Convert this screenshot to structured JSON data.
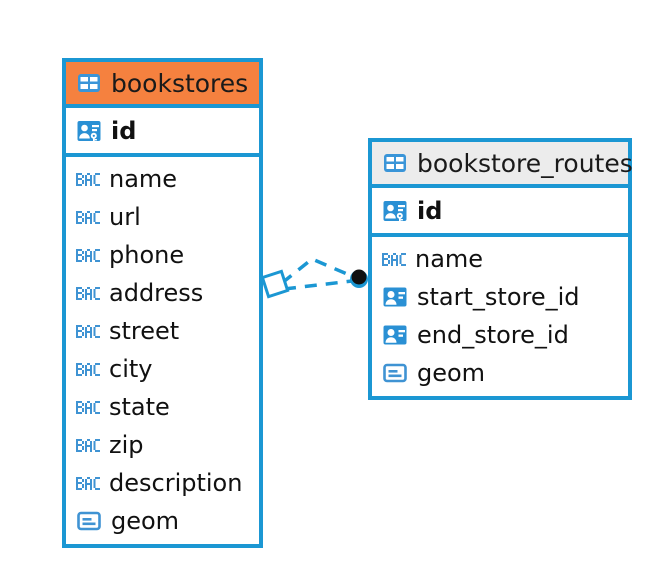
{
  "diagram": {
    "kind": "entity-relationship-diagram",
    "background_color": "#ffffff",
    "accent_blue": "#1b97d3",
    "accent_orange": "#f5813f",
    "header_grey": "#ececec"
  },
  "entities": [
    {
      "name": "bookstores",
      "header_icon": "table-icon",
      "header_color": "#f5813f",
      "primary_key": {
        "label": "id",
        "icon": "primary-key-icon",
        "bold": true
      },
      "fields": [
        {
          "label": "name",
          "icon": "text-abc-icon"
        },
        {
          "label": "url",
          "icon": "text-abc-icon"
        },
        {
          "label": "phone",
          "icon": "text-abc-icon"
        },
        {
          "label": "address",
          "icon": "text-abc-icon"
        },
        {
          "label": "street",
          "icon": "text-abc-icon"
        },
        {
          "label": "city",
          "icon": "text-abc-icon"
        },
        {
          "label": "state",
          "icon": "text-abc-icon"
        },
        {
          "label": "zip",
          "icon": "text-abc-icon"
        },
        {
          "label": "description",
          "icon": "text-abc-icon"
        },
        {
          "label": "geom",
          "icon": "geometry-icon"
        }
      ]
    },
    {
      "name": "bookstore_routes",
      "header_icon": "table-icon",
      "header_color": "#ececec",
      "primary_key": {
        "label": "id",
        "icon": "primary-key-icon",
        "bold": true
      },
      "fields": [
        {
          "label": "name",
          "icon": "text-abc-icon"
        },
        {
          "label": "start_store_id",
          "icon": "foreign-key-icon"
        },
        {
          "label": "end_store_id",
          "icon": "foreign-key-icon"
        },
        {
          "label": "geom",
          "icon": "geometry-icon"
        }
      ]
    }
  ],
  "relationship": {
    "style": "dashed",
    "color": "#1b97d3",
    "source_marker": "diamond-marker",
    "target_marker": "filled-circle-marker",
    "from_entity": "bookstores",
    "to_entity": "bookstore_routes"
  }
}
